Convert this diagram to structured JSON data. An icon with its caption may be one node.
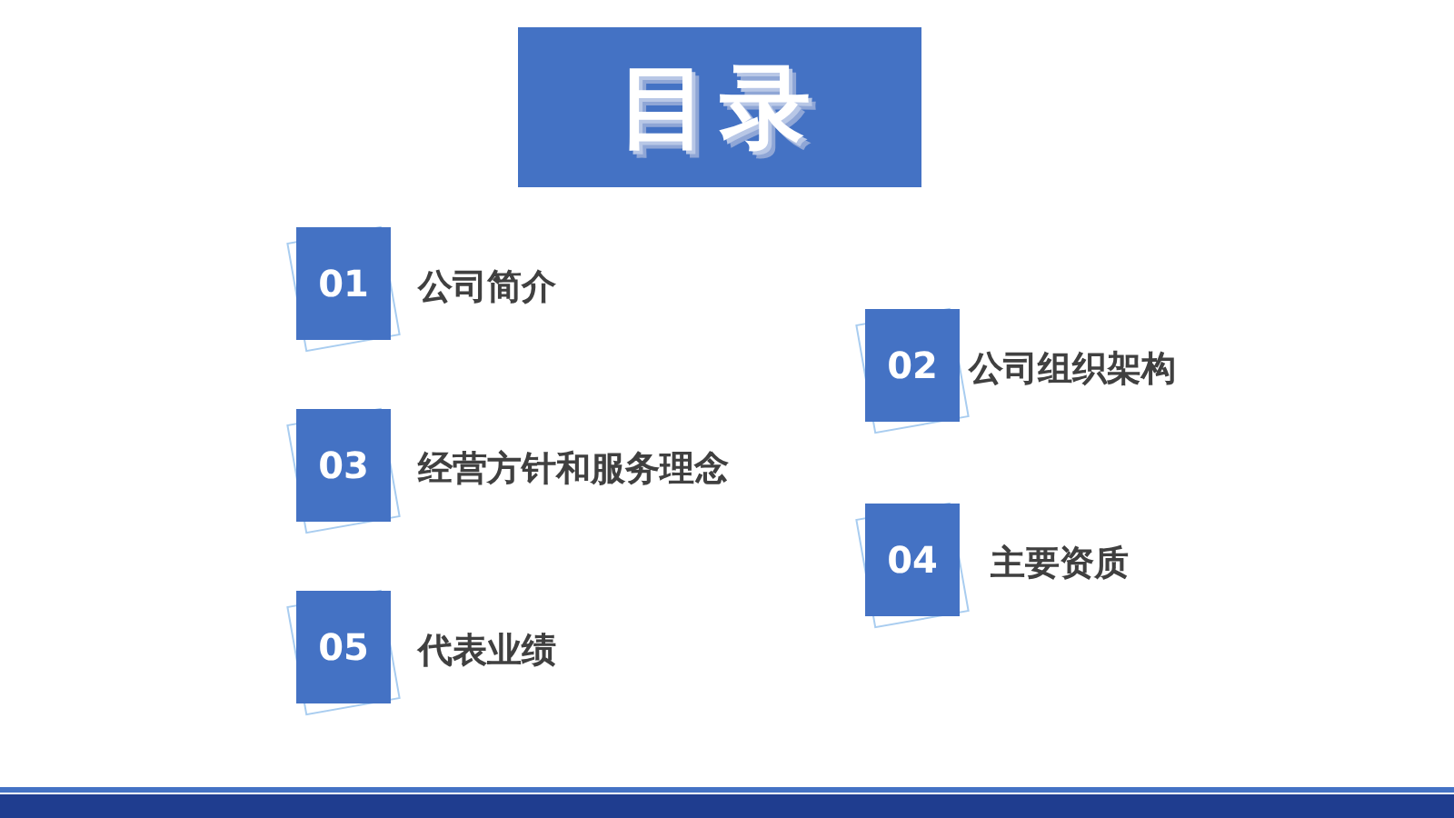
{
  "diagram": {
    "title": "目录",
    "nodes": [
      {
        "text": [
          "01"
        ],
        "beside": [
          "公司简介"
        ]
      },
      {
        "text": [
          "02"
        ],
        "beside": [
          "公司组织架构"
        ]
      },
      {
        "text": [
          "03"
        ],
        "beside": [
          "经营方针和服务理念"
        ]
      },
      {
        "text": [
          "04"
        ],
        "beside": [
          "主要资质"
        ]
      },
      {
        "text": [
          "05"
        ],
        "beside": [
          "代表业绩"
        ]
      }
    ]
  }
}
